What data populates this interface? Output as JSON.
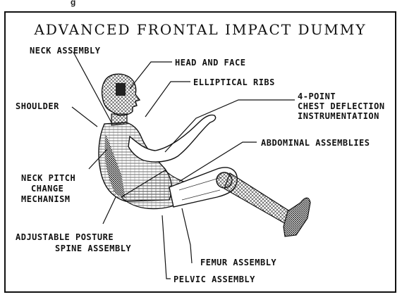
{
  "header_fragment": "g",
  "title": "ADVANCED FRONTAL IMPACT DUMMY",
  "labels": {
    "neck_assembly": "NECK ASSEMBLY",
    "head_and_face": "HEAD AND FACE",
    "elliptical_ribs": "ELLIPTICAL RIBS",
    "chest_line1": "4-POINT",
    "chest_line2": "CHEST DEFLECTION",
    "chest_line3": "INSTRUMENTATION",
    "shoulder": "SHOULDER",
    "abdominal": "ABDOMINAL ASSEMBLIES",
    "neck_pitch_line1": "NECK PITCH",
    "neck_pitch_line2": "CHANGE",
    "neck_pitch_line3": "MECHANISM",
    "posture_line1": "ADJUSTABLE POSTURE",
    "posture_line2": "SPINE ASSEMBLY",
    "femur": "FEMUR ASSEMBLY",
    "pelvic": "PELVIC ASSEMBLY"
  }
}
